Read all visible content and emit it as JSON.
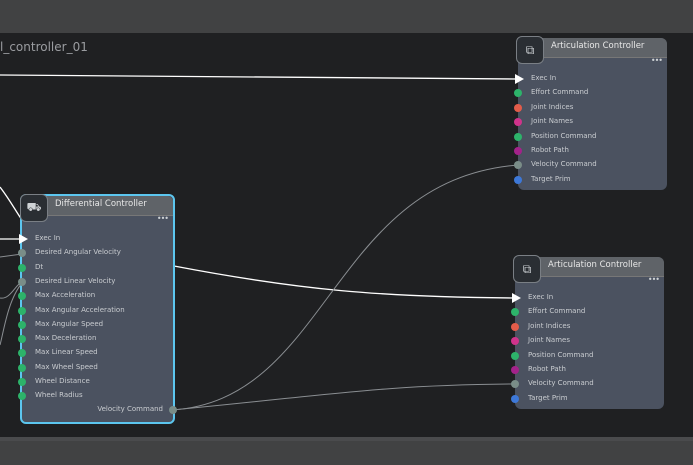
{
  "graph": {
    "title": "l_controller_01"
  },
  "colors": {
    "exec": "#ffffff",
    "float": "#2db36a",
    "token": "#e35c4a",
    "string": "#d0338b",
    "path": "#a3228a",
    "vector": "#7a8d88",
    "prim": "#3d78d8"
  },
  "diff_node": {
    "title": "Differential Controller",
    "icon": "vehicle-icon",
    "inputs": [
      {
        "label": "Exec In",
        "kind": "exec"
      },
      {
        "label": "Desired Angular Velocity",
        "kind": "vector"
      },
      {
        "label": "Dt",
        "kind": "float"
      },
      {
        "label": "Desired Linear Velocity",
        "kind": "vector"
      },
      {
        "label": "Max Acceleration",
        "kind": "float"
      },
      {
        "label": "Max Angular Acceleration",
        "kind": "float"
      },
      {
        "label": "Max Angular Speed",
        "kind": "float"
      },
      {
        "label": "Max Deceleration",
        "kind": "float"
      },
      {
        "label": "Max Linear Speed",
        "kind": "float"
      },
      {
        "label": "Max Wheel Speed",
        "kind": "float"
      },
      {
        "label": "Wheel Distance",
        "kind": "float"
      },
      {
        "label": "Wheel Radius",
        "kind": "float"
      }
    ],
    "output": {
      "label": "Velocity Command"
    }
  },
  "art_nodes": [
    {
      "title": "Articulation Controller",
      "icon": "gear-box-icon",
      "inputs": [
        {
          "label": "Exec In",
          "kind": "exec"
        },
        {
          "label": "Effort Command",
          "kind": "float"
        },
        {
          "label": "Joint Indices",
          "kind": "token"
        },
        {
          "label": "Joint Names",
          "kind": "string"
        },
        {
          "label": "Position Command",
          "kind": "float"
        },
        {
          "label": "Robot Path",
          "kind": "path"
        },
        {
          "label": "Velocity Command",
          "kind": "vector"
        },
        {
          "label": "Target Prim",
          "kind": "prim"
        }
      ]
    },
    {
      "title": "Articulation Controller",
      "icon": "gear-box-icon",
      "inputs": [
        {
          "label": "Exec In",
          "kind": "exec"
        },
        {
          "label": "Effort Command",
          "kind": "float"
        },
        {
          "label": "Joint Indices",
          "kind": "token"
        },
        {
          "label": "Joint Names",
          "kind": "string"
        },
        {
          "label": "Position Command",
          "kind": "float"
        },
        {
          "label": "Robot Path",
          "kind": "path"
        },
        {
          "label": "Velocity Command",
          "kind": "vector"
        },
        {
          "label": "Target Prim",
          "kind": "prim"
        }
      ]
    }
  ]
}
